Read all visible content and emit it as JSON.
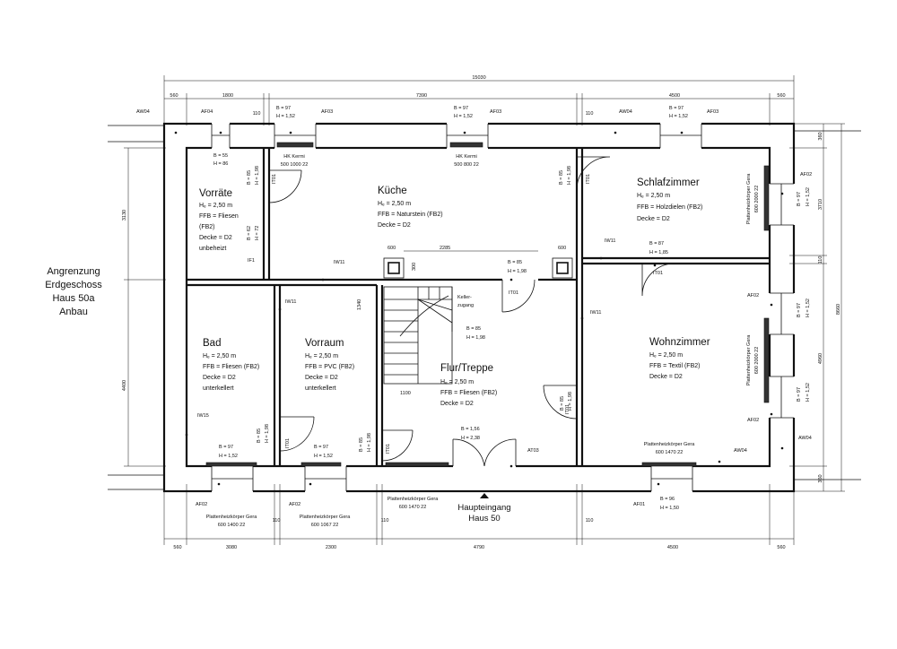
{
  "side_note": [
    "Angrenzung",
    "Erdgeschoss",
    "Haus 50a",
    "Anbau"
  ],
  "entrance": [
    "Haupteingang",
    "Haus 50"
  ],
  "rooms": {
    "vorraete": {
      "name": "Vorräte",
      "lines": [
        "Hₑ = 2,50 m",
        "FFB = Fliesen",
        "(FB2)",
        "Decke = D2",
        "unbeheizt"
      ]
    },
    "kueche": {
      "name": "Küche",
      "lines": [
        "Hₑ = 2,50 m",
        "FFB = Naturstein (FB2)",
        "Decke = D2"
      ]
    },
    "schlafzimmer": {
      "name": "Schlafzimmer",
      "lines": [
        "Hₑ = 2,50 m",
        "FFB = Holzdielen (FB2)",
        "Decke = D2"
      ]
    },
    "bad": {
      "name": "Bad",
      "lines": [
        "Hₑ = 2,50 m",
        "FFB = Fliesen (FB2)",
        "Decke = D2",
        "unterkellert"
      ]
    },
    "vorraum": {
      "name": "Vorraum",
      "lines": [
        "Hₑ = 2,50 m",
        "FFB = PVC (FB2)",
        "Decke = D2",
        "unterkellert"
      ]
    },
    "flur": {
      "name": "Flur/Treppe",
      "lines": [
        "Hₑ = 2,50 m",
        "FFB = Fliesen (FB2)",
        "Decke = D2"
      ]
    },
    "wohnzimmer": {
      "name": "Wohnzimmer",
      "lines": [
        "Hₑ = 2,50 m",
        "FFB = Textil (FB2)",
        "Decke = D2"
      ]
    },
    "keller": {
      "name": "Keller-",
      "lines": [
        "zugang"
      ]
    }
  },
  "tags": {
    "aw04_tl": "AW04",
    "af04_top": "AF04",
    "af03_a": "AF03",
    "af03_b": "AF03",
    "aw04_top": "AW04",
    "af03_c": "AF03",
    "af02_r1": "AF02",
    "af02_r2": "AF02",
    "af02_r3": "AF02",
    "aw04_r": "AW04",
    "aw04_b": "AW04",
    "at03": "AT03",
    "af01_b": "AF01",
    "af02_b1": "AF02",
    "af02_b2": "AF02",
    "iw11_a": "IW11",
    "iw11_b": "IW11",
    "iw11_c": "IW11",
    "iw11_d": "IW11",
    "iw15": "IW15",
    "if1": "IF1",
    "it01_a": "IT01",
    "it01_b": "IT01",
    "it01_c": "IT01",
    "it01_d": "IT01",
    "it01_e": "IT01",
    "it01_f": "IT01",
    "it01_g": "IT01"
  },
  "openings": {
    "w_top1": [
      "B = 97",
      "H = 1,52"
    ],
    "w_top2": [
      "B = 97",
      "H = 1,52"
    ],
    "w_top3": [
      "B = 97",
      "H = 1,52"
    ],
    "w_vorr": [
      "B = 55",
      "H = 86"
    ],
    "w_r1": [
      "B = 97",
      "H = 1,52"
    ],
    "w_r2": [
      "B = 97",
      "H = 1,52"
    ],
    "w_r3": [
      "B = 97",
      "H = 1,52"
    ],
    "w_b1": [
      "B = 97",
      "H = 1,52"
    ],
    "w_b2": [
      "B = 97",
      "H = 1,52"
    ],
    "w_b3": [
      "B = 96",
      "H = 1,50"
    ],
    "d_sz": [
      "B = 87",
      "H = 1,85"
    ],
    "d_flur": [
      "B = 85",
      "H = 1,98"
    ],
    "d_trep": [
      "B = 85",
      "H = 1,98"
    ],
    "d_ent": [
      "B = 1,56",
      "H = 2,38"
    ],
    "d_v1": [
      "B = 85",
      "H = 1,98"
    ],
    "d_v2": [
      "B = 62",
      "H = 72"
    ],
    "d_v3": [
      "B = 85",
      "H = 1,98"
    ],
    "d_v4": [
      "B = 85",
      "H = 1,98"
    ],
    "d_v5": [
      "B = 85",
      "H = 1,98"
    ],
    "d_v6": [
      "B = 85",
      "H = 1,98"
    ],
    "d_v7": [
      "B = 97",
      "H = 1,52"
    ],
    "d_v8": [
      "B = 97",
      "H = 1,52"
    ]
  },
  "radiators": {
    "hk1": [
      "HK Kermi",
      "500 1000 22"
    ],
    "hk2": [
      "HK Kermi",
      "500 800 22"
    ],
    "gera_sz": [
      "Plattenheizkörper Gera",
      "600 2000 22"
    ],
    "gera_wz": [
      "Plattenheizkörper Gera",
      "600 2000 22"
    ],
    "gera_wz_b": [
      "Plattenheizkörper Gera",
      "600 1470 22"
    ],
    "gera_flur": [
      "Plattenheizkörper Gera",
      "600 1470 22"
    ],
    "gera_bad": [
      "Plattenheizkörper Gera",
      "600 1400 22"
    ],
    "gera_vr": [
      "Plattenheizkörper Gera",
      "600 1067 22"
    ]
  },
  "dims": {
    "total": "15030",
    "top": [
      "560",
      "1800",
      "110",
      "7390",
      "110",
      "4500",
      "560"
    ],
    "bottom": [
      "560",
      "3080",
      "110",
      "2300",
      "110",
      "4790",
      "110",
      "4500",
      "560"
    ],
    "left": [
      "3130",
      "4400"
    ],
    "right": [
      "360",
      "3710",
      "110",
      "4960",
      "360"
    ],
    "right_total": "8660",
    "inner": [
      "2285",
      "600",
      "600",
      "1100",
      "1340",
      "300"
    ]
  }
}
